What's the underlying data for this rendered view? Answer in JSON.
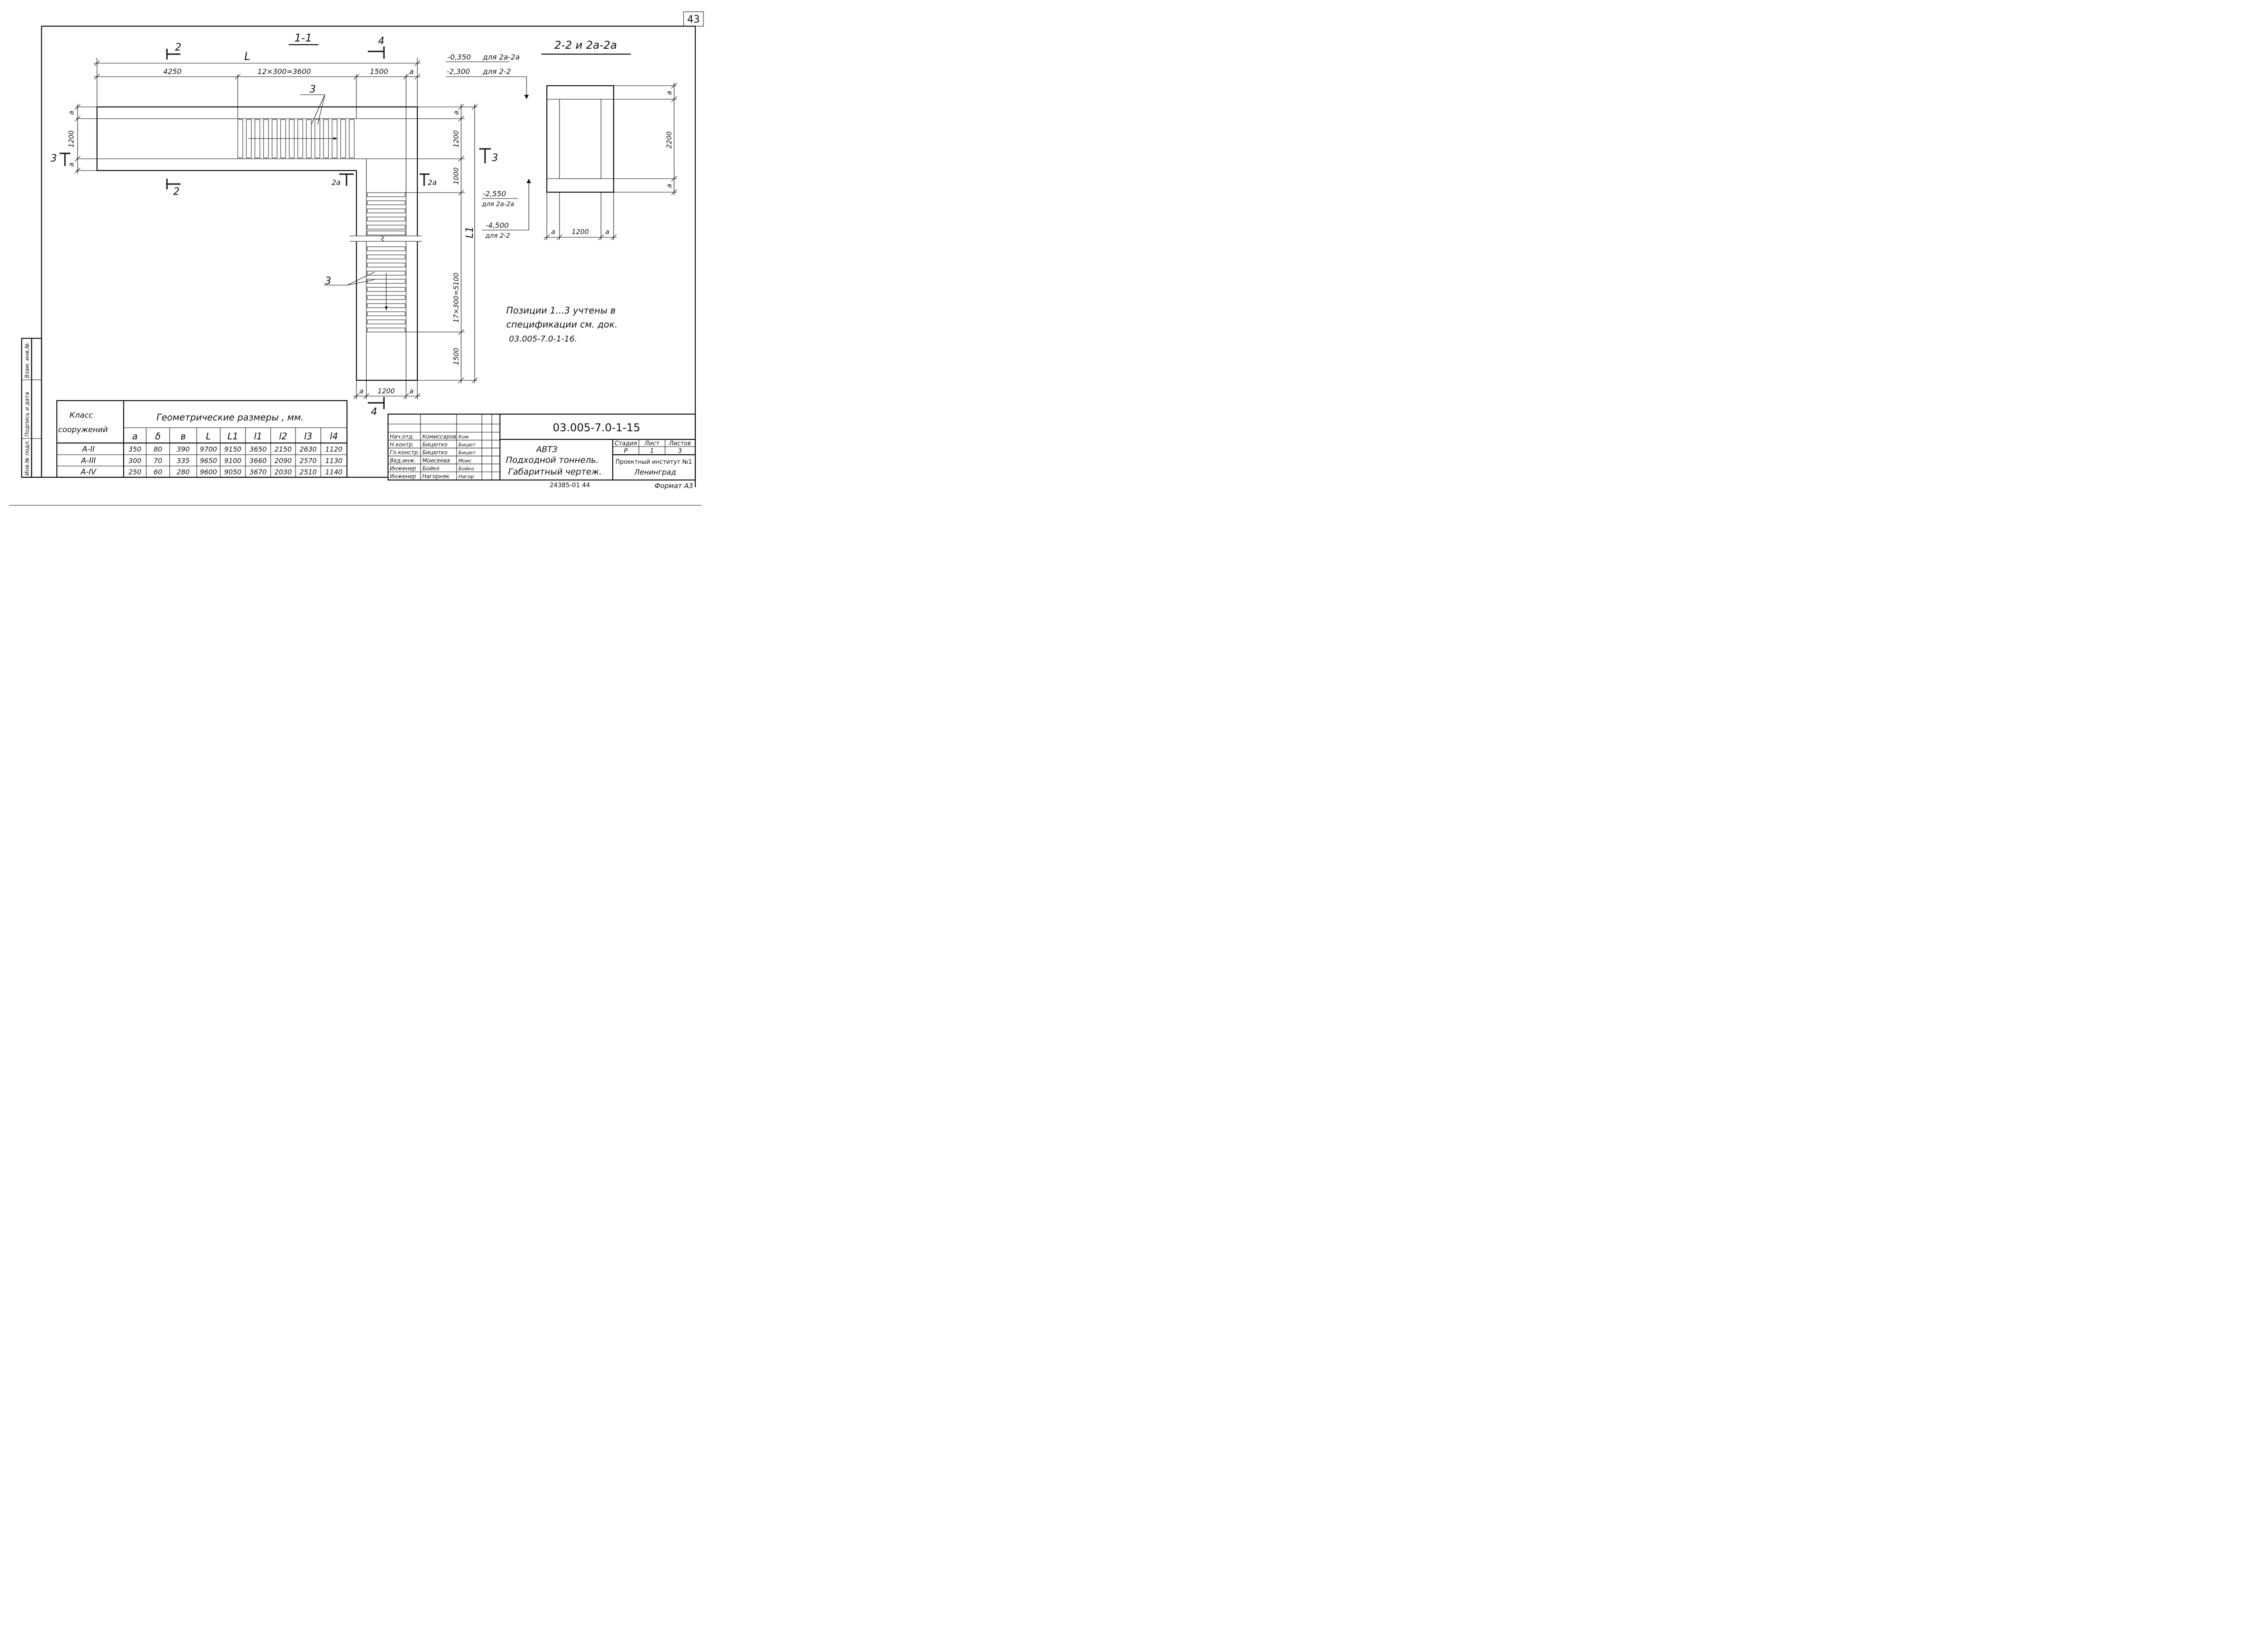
{
  "sheet": {
    "number": "43",
    "format": "Формат А3"
  },
  "side_stamp": {
    "cells": [
      "Инв.№ подл.",
      "Подпись и дата",
      "Взам. инв.№"
    ]
  },
  "view_main": {
    "title": "1-1",
    "dims_top": {
      "L": "L",
      "d1": "4250",
      "d2": "12×300=3600",
      "d3": "1500",
      "a": "a"
    },
    "dims_left": {
      "a1": "a",
      "h": "1200",
      "a2": "a"
    },
    "dims_right": {
      "a1": "a",
      "d1": "1200",
      "d2": "1000",
      "L1": "L1",
      "d3": "17×300=5100",
      "d4": "1500"
    },
    "dims_bottom": {
      "a1": "a",
      "w": "1200",
      "a2": "a"
    },
    "cuts": {
      "c2_top": "2",
      "c2_bottom": "2",
      "c3_left": "3",
      "c3_right": "3",
      "c4_top": "4",
      "c4_bottom": "4",
      "c2a_left": "2a",
      "c2a_right": "2a"
    },
    "pos_labels": {
      "top": "3",
      "bottom": "3"
    }
  },
  "view_section": {
    "title": "2-2 и 2a-2a",
    "lvl1_val": "-0,350",
    "lvl1_note": "для 2a-2a",
    "lvl2_val": "-2,300",
    "lvl2_note": "для 2-2",
    "lvl3_val": "-2,550",
    "lvl3_note": "для 2a-2a",
    "lvl4_val": "-4,500",
    "lvl4_note": "для 2-2",
    "dim_a_top": "a",
    "dim_h": "2200",
    "dim_a_bottom": "a",
    "dim_a_left": "a",
    "dim_w": "1200",
    "dim_a_right": "a"
  },
  "note": {
    "line1": "Позиции 1...3 учтены в",
    "line2": "спецификации см. док.",
    "line3": "03.005-7.0-1-16."
  },
  "table": {
    "col_class": "Класс сооружений",
    "col_group": "Геометрические размеры , мм.",
    "headers": [
      "a",
      "δ",
      "в",
      "L",
      "L1",
      "l1",
      "l2",
      "l3",
      "l4"
    ],
    "rows": [
      {
        "cls": "А-II",
        "vals": [
          "350",
          "80",
          "390",
          "9700",
          "9150",
          "3650",
          "2150",
          "2630",
          "1120"
        ]
      },
      {
        "cls": "А-III",
        "vals": [
          "300",
          "70",
          "335",
          "9650",
          "9100",
          "3660",
          "2090",
          "2570",
          "1130"
        ]
      },
      {
        "cls": "А-IV",
        "vals": [
          "250",
          "60",
          "280",
          "9600",
          "9050",
          "3670",
          "2030",
          "2510",
          "1140"
        ]
      }
    ]
  },
  "title_block": {
    "doc_code": "03.005-7.0-1-15",
    "people": [
      {
        "role": "Нач.отд.",
        "name": "Комиссаров",
        "sign": "Ком"
      },
      {
        "role": "Н.контр.",
        "name": "Бицютко",
        "sign": "Бицют"
      },
      {
        "role": "Гл.констр.",
        "name": "Бицютко",
        "sign": "Бицют"
      },
      {
        "role": "Вед.инж.",
        "name": "Моисеева",
        "sign": "Моис"
      },
      {
        "role": "Инженер",
        "name": "Бойко",
        "sign": "Бойко"
      },
      {
        "role": "Инженер",
        "name": "Нагорняк",
        "sign": "Нагор"
      }
    ],
    "title1": "АВТЗ",
    "title2": "Подходной тоннель.",
    "title3": "Габаритный чертеж.",
    "stage_h": "Стадия",
    "sheet_h": "Лист",
    "sheets_h": "Листов",
    "stage": "Р",
    "sheet": "1",
    "sheets": "3",
    "org1": "Проектный институт №1",
    "org2": "Ленинград",
    "archive": "24385-01   44"
  }
}
